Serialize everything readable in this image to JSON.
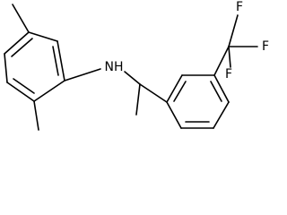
{
  "molecule": {
    "atom_labels": {
      "amine": "NH",
      "fluorine_top": "F",
      "fluorine_right": "F",
      "fluorine_bottom": "F"
    },
    "colors": {
      "bond": "#000000",
      "label": "#000000",
      "background": "#ffffff"
    }
  }
}
